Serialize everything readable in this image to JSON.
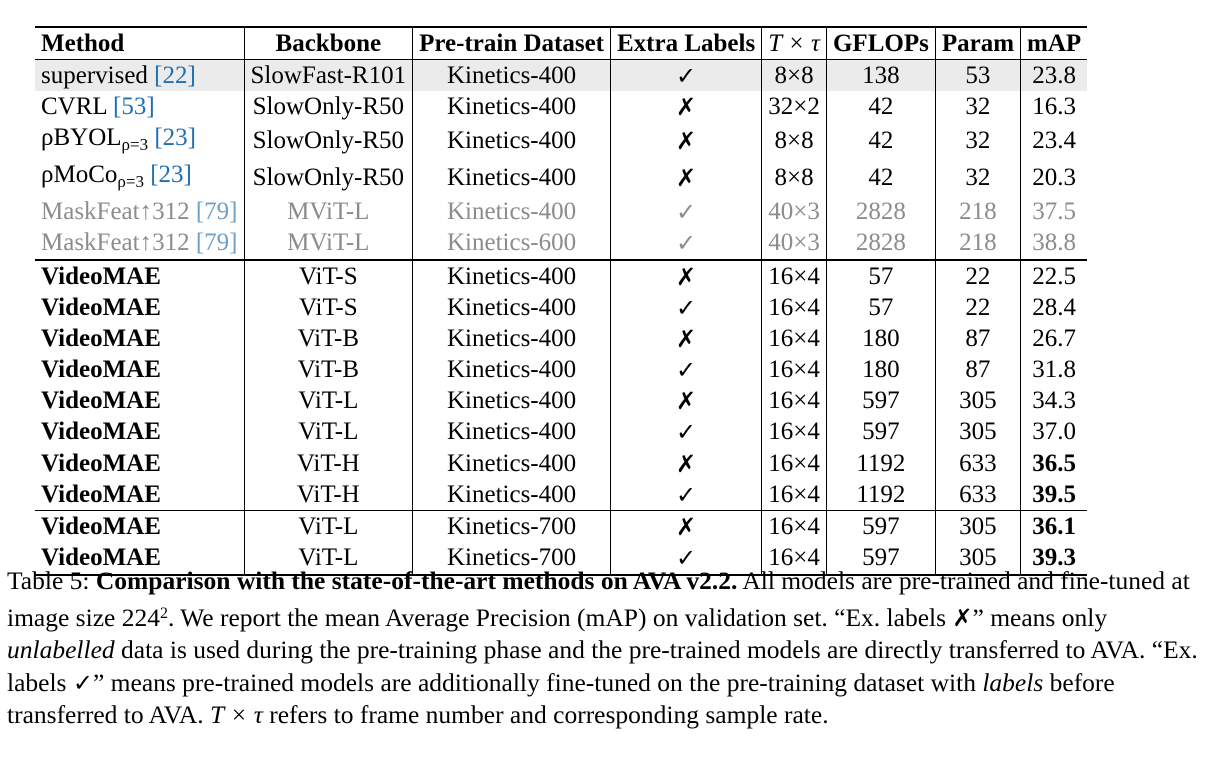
{
  "headers": [
    "Method",
    "Backbone",
    "Pre-train Dataset",
    "Extra Labels",
    "T × τ",
    "GFLOPs",
    "Param",
    "mAP"
  ],
  "rows": [
    {
      "method": "supervised",
      "method_suffix": "",
      "cite": "[22]",
      "backbone": "SlowFast-R101",
      "dataset": "Kinetics-400",
      "extra_labels": "✓",
      "t_tau": "8×8",
      "gflops": "138",
      "param": "53",
      "map": "23.8"
    },
    {
      "method": "CVRL",
      "method_suffix": "",
      "cite": "[53]",
      "backbone": "SlowOnly-R50",
      "dataset": "Kinetics-400",
      "extra_labels": "✗",
      "t_tau": "32×2",
      "gflops": "42",
      "param": "32",
      "map": "16.3"
    },
    {
      "method": "ρBYOL",
      "method_suffix": "ρ=3",
      "cite": "[23]",
      "backbone": "SlowOnly-R50",
      "dataset": "Kinetics-400",
      "extra_labels": "✗",
      "t_tau": "8×8",
      "gflops": "42",
      "param": "32",
      "map": "23.4"
    },
    {
      "method": "ρMoCo",
      "method_suffix": "ρ=3",
      "cite": "[23]",
      "backbone": "SlowOnly-R50",
      "dataset": "Kinetics-400",
      "extra_labels": "✗",
      "t_tau": "8×8",
      "gflops": "42",
      "param": "32",
      "map": "20.3"
    },
    {
      "method": "MaskFeat↑312",
      "method_suffix": "",
      "cite": "[79]",
      "backbone": "MViT-L",
      "dataset": "Kinetics-400",
      "extra_labels": "✓",
      "t_tau": "40×3",
      "gflops": "2828",
      "param": "218",
      "map": "37.5"
    },
    {
      "method": "MaskFeat↑312",
      "method_suffix": "",
      "cite": "[79]",
      "backbone": "MViT-L",
      "dataset": "Kinetics-600",
      "extra_labels": "✓",
      "t_tau": "40×3",
      "gflops": "2828",
      "param": "218",
      "map": "38.8"
    },
    {
      "method": "VideoMAE",
      "method_suffix": "",
      "cite": "",
      "backbone": "ViT-S",
      "dataset": "Kinetics-400",
      "extra_labels": "✗",
      "t_tau": "16×4",
      "gflops": "57",
      "param": "22",
      "map": "22.5"
    },
    {
      "method": "VideoMAE",
      "method_suffix": "",
      "cite": "",
      "backbone": "ViT-S",
      "dataset": "Kinetics-400",
      "extra_labels": "✓",
      "t_tau": "16×4",
      "gflops": "57",
      "param": "22",
      "map": "28.4"
    },
    {
      "method": "VideoMAE",
      "method_suffix": "",
      "cite": "",
      "backbone": "ViT-B",
      "dataset": "Kinetics-400",
      "extra_labels": "✗",
      "t_tau": "16×4",
      "gflops": "180",
      "param": "87",
      "map": "26.7"
    },
    {
      "method": "VideoMAE",
      "method_suffix": "",
      "cite": "",
      "backbone": "ViT-B",
      "dataset": "Kinetics-400",
      "extra_labels": "✓",
      "t_tau": "16×4",
      "gflops": "180",
      "param": "87",
      "map": "31.8"
    },
    {
      "method": "VideoMAE",
      "method_suffix": "",
      "cite": "",
      "backbone": "ViT-L",
      "dataset": "Kinetics-400",
      "extra_labels": "✗",
      "t_tau": "16×4",
      "gflops": "597",
      "param": "305",
      "map": "34.3"
    },
    {
      "method": "VideoMAE",
      "method_suffix": "",
      "cite": "",
      "backbone": "ViT-L",
      "dataset": "Kinetics-400",
      "extra_labels": "✓",
      "t_tau": "16×4",
      "gflops": "597",
      "param": "305",
      "map": "37.0"
    },
    {
      "method": "VideoMAE",
      "method_suffix": "",
      "cite": "",
      "backbone": "ViT-H",
      "dataset": "Kinetics-400",
      "extra_labels": "✗",
      "t_tau": "16×4",
      "gflops": "1192",
      "param": "633",
      "map": "36.5"
    },
    {
      "method": "VideoMAE",
      "method_suffix": "",
      "cite": "",
      "backbone": "ViT-H",
      "dataset": "Kinetics-400",
      "extra_labels": "✓",
      "t_tau": "16×4",
      "gflops": "1192",
      "param": "633",
      "map": "39.5"
    },
    {
      "method": "VideoMAE",
      "method_suffix": "",
      "cite": "",
      "backbone": "ViT-L",
      "dataset": "Kinetics-700",
      "extra_labels": "✗",
      "t_tau": "16×4",
      "gflops": "597",
      "param": "305",
      "map": "36.1"
    },
    {
      "method": "VideoMAE",
      "method_suffix": "",
      "cite": "",
      "backbone": "ViT-L",
      "dataset": "Kinetics-700",
      "extra_labels": "✓",
      "t_tau": "16×4",
      "gflops": "597",
      "param": "305",
      "map": "39.3"
    }
  ],
  "caption": {
    "label": "Table 5:",
    "title": "Comparison with the state-of-the-art methods on AVA v2.2.",
    "s1": "All models are pre-trained and fine-tuned at image size 224",
    "s1_sup": "2",
    "s2": ". We report the mean Average Precision (mAP) on validation set. “Ex. labels ",
    "cross": "✗",
    "s3": "” means only ",
    "em1": "unlabelled",
    "s4": " data is used during the pre-training phase and the pre-trained models are directly transferred to AVA. “Ex. labels ",
    "check": "✓",
    "s5": "” means pre-trained models are additionally fine-tuned on the pre-training dataset with ",
    "em2": "labels",
    "s6": " before transferred to AVA. ",
    "math": "T × τ",
    "s7": " refers to frame number and corresponding sample rate."
  }
}
